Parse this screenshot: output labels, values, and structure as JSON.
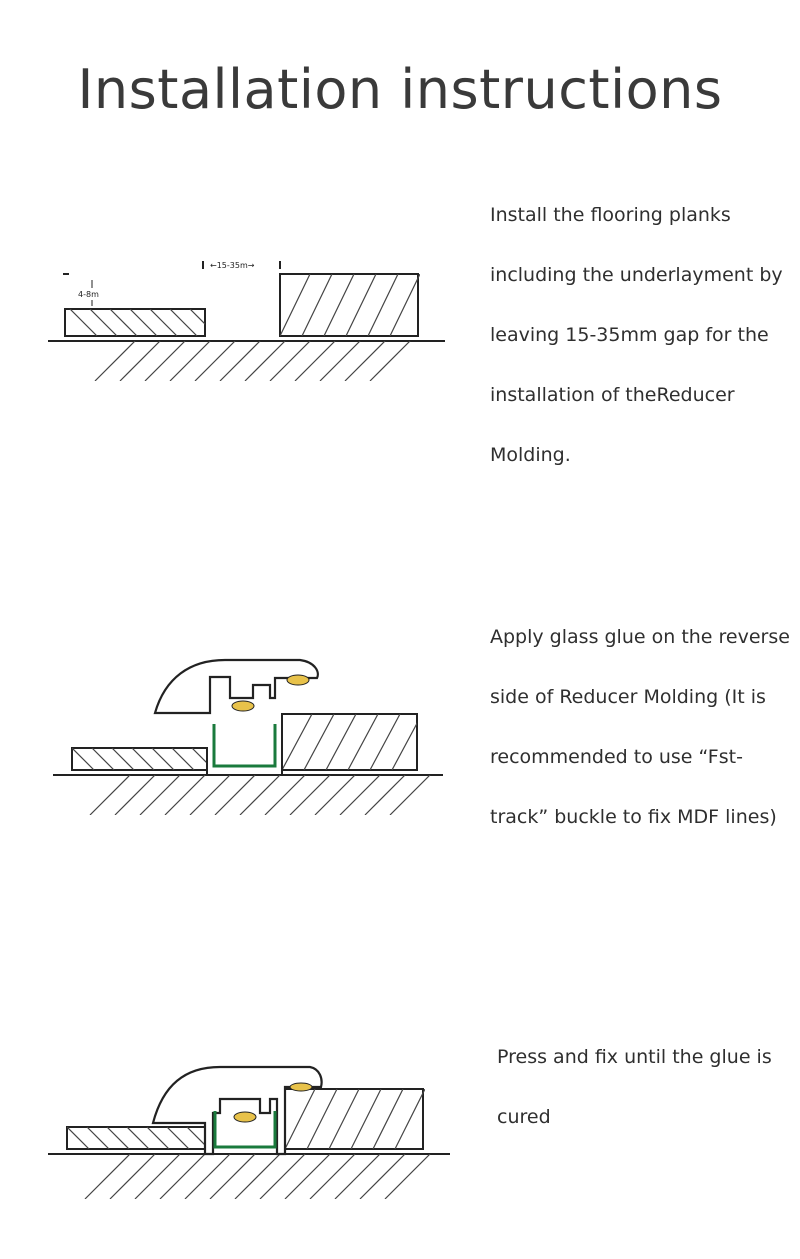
{
  "title": "Installation instructions",
  "steps": [
    {
      "lines": [
        "Install the flooring planks",
        "including the underlayment by",
        "leaving 15-35mm gap for the",
        "installation of theReducer",
        "Molding."
      ],
      "labels": {
        "gap": "←15-35m→",
        "height": "4-8m"
      }
    },
    {
      "lines": [
        "Apply glass glue on the reverse",
        "side of  Reducer Molding (It is",
        "recommended to use  “Fst-",
        "track”  buckle to fix MDF lines)"
      ]
    },
    {
      "lines": [
        "Press and fix until the glue is",
        "cured"
      ]
    }
  ],
  "colors": {
    "track": "#1a7a3c",
    "glue": "#e8c24a",
    "line": "#222222"
  }
}
